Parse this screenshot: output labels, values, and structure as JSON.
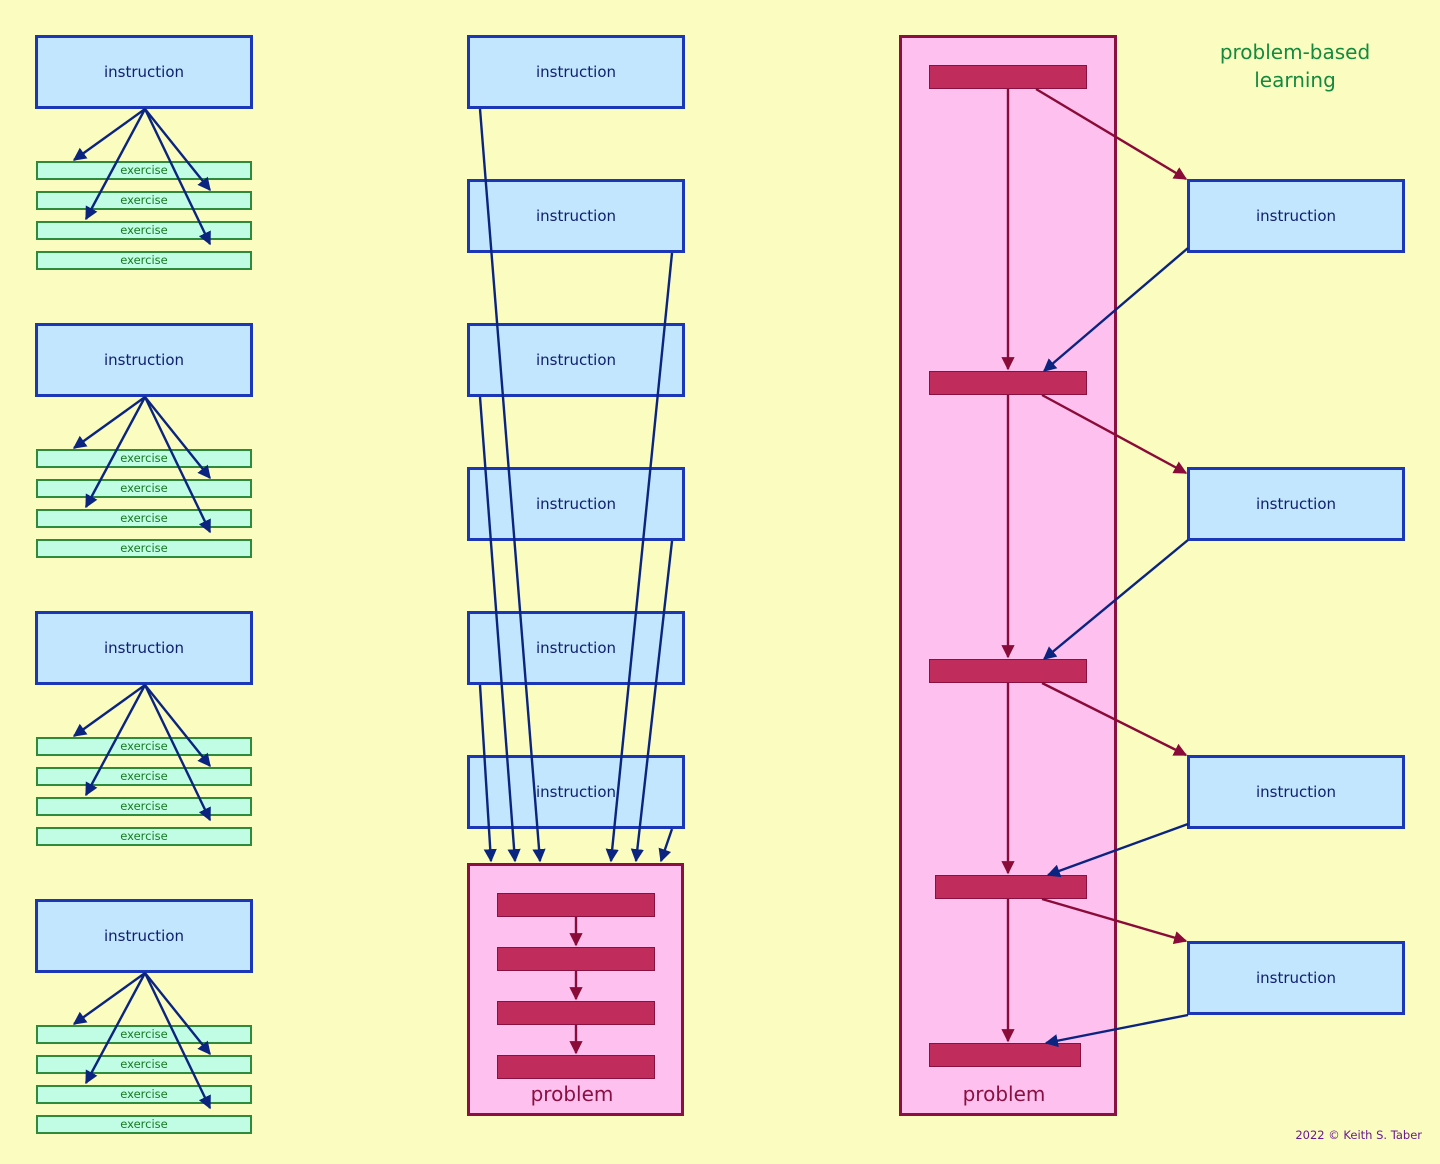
{
  "labels": {
    "instruction": "instruction",
    "exercise": "exercise",
    "problem": "problem",
    "pbl_title": "problem-based learning",
    "credit": "2022 © Keith S. Taber"
  },
  "colors": {
    "background": "#fafcc0",
    "instruction_fill": "#c2e6fd",
    "instruction_border": "#1c36b8",
    "exercise_fill": "#c0fde4",
    "exercise_border": "#2e8a3c",
    "problem_panel_fill": "#fdc0ef",
    "problem_border": "#8a1042",
    "problem_step_fill": "#c02c5c",
    "blue_arrow": "#0a2480",
    "red_arrow": "#8a0a38"
  }
}
